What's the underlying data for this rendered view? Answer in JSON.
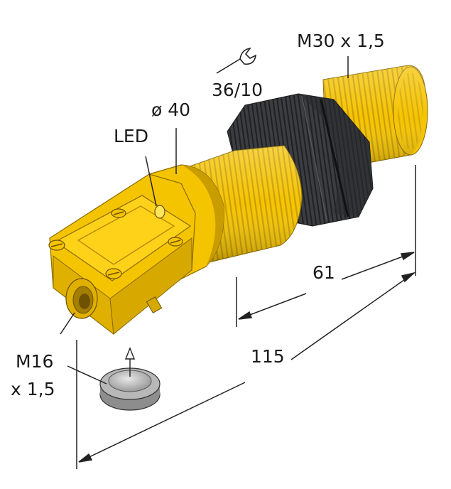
{
  "labels": {
    "thread_main": "M30 x 1,5",
    "wrench_size": "36/10",
    "diameter": "ø 40",
    "led": "LED",
    "dim_short": "61",
    "dim_long": "115",
    "connector_line1": "M16",
    "connector_line2": "x 1,5"
  },
  "colors": {
    "housing_yellow": "#f5c400",
    "housing_shade": "#c99c00",
    "nut_dark": "#3b3d40",
    "dimension_line": "#222222",
    "cap_grey": "#bdbdbd"
  },
  "icons": {
    "wrench": "wrench-icon",
    "led_window": "led-window-icon",
    "arrow_up": "arrow-up-icon"
  }
}
